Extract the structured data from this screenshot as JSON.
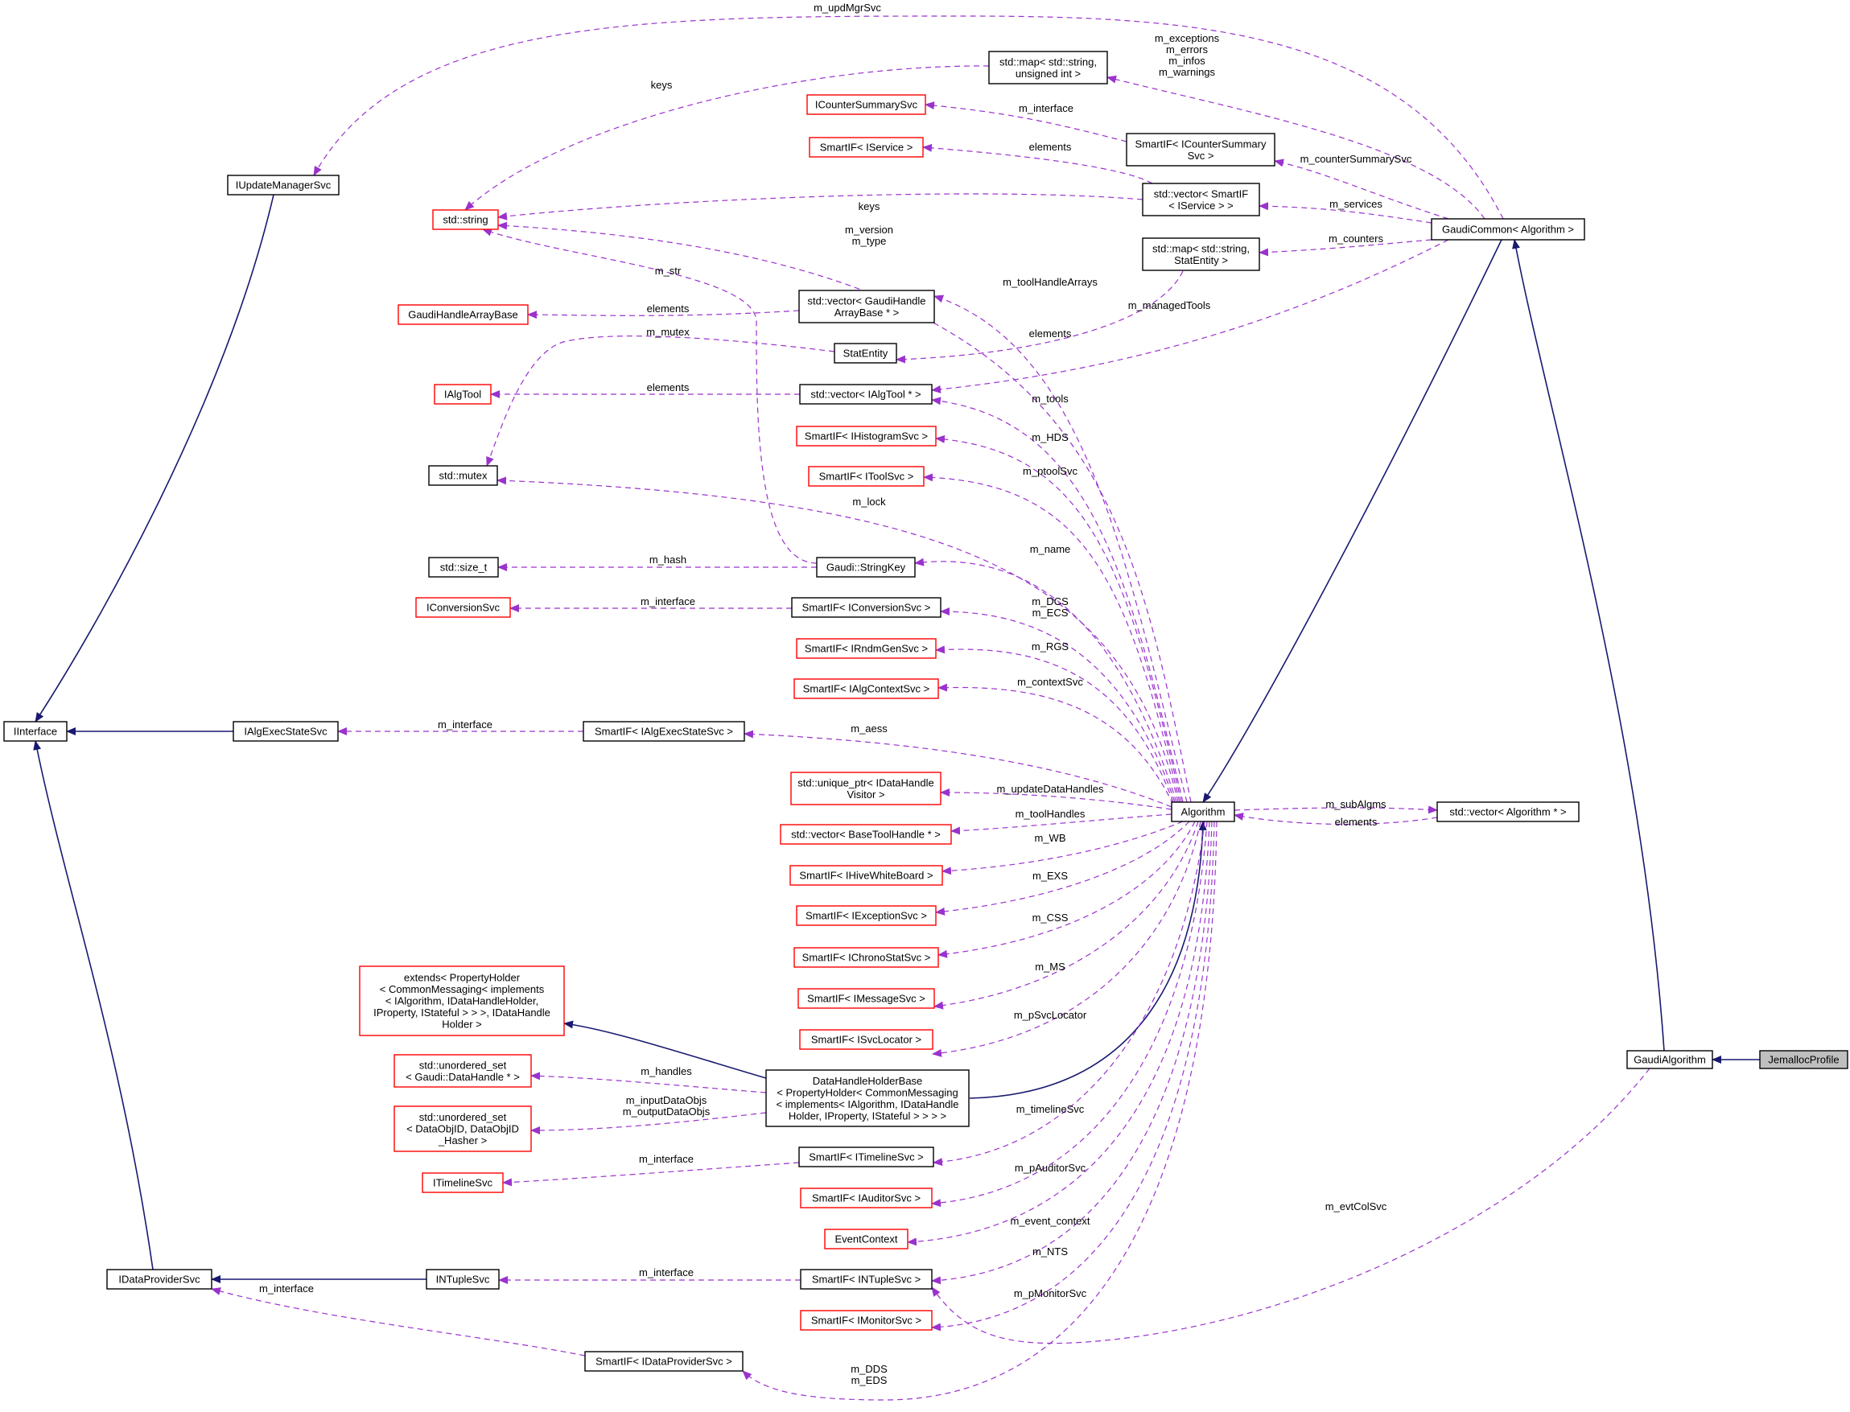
{
  "colors": {
    "blue_edge": "#191970",
    "purple_edge": "#9a32cd",
    "red_border": "#ff0000",
    "black_border": "#000000",
    "highlight_fill": "#bfbfbf"
  },
  "nodes": {
    "jemalloc_profile": "JemallocProfile",
    "gaudi_algorithm": "GaudiAlgorithm",
    "gaudi_common": "GaudiCommon< Algorithm >",
    "algorithm": "Algorithm",
    "iinterface": "IInterface",
    "iupdate_manager_svc": "IUpdateManagerSvc",
    "ialg_exec_state_svc": "IAlgExecStateSvc",
    "idata_provider_svc": "IDataProviderSvc",
    "intuple_svc": "INTupleSvc",
    "std_string": "std::string",
    "std_mutex": "std::mutex",
    "std_size_t": "std::size_t",
    "ialg_tool": "IAlgTool",
    "gaudi_handle_array_base": "GaudiHandleArrayBase",
    "iconversion_svc": "IConversionSvc",
    "itimeline_svc": "ITimelineSvc",
    "icounter_summary_svc": "ICounterSummarySvc",
    "smartif_iservice": "SmartIF< IService >",
    "map_string_uint": [
      "std::map< std::string,",
      "unsigned int >"
    ],
    "smartif_icounter_summary": [
      "SmartIF< ICounterSummary",
      "Svc >"
    ],
    "vector_smartif_iservice": [
      "std::vector< SmartIF",
      "< IService > >"
    ],
    "map_string_statentity": [
      "std::map< std::string,",
      "StatEntity >"
    ],
    "vector_gaudihandle_arraybase": [
      "std::vector< GaudiHandle",
      "ArrayBase * >"
    ],
    "stat_entity": "StatEntity",
    "vector_ialgtool": "std::vector< IAlgTool * >",
    "smartif_ihistogram_svc": "SmartIF< IHistogramSvc >",
    "smartif_itool_svc": "SmartIF< IToolSvc >",
    "gaudi_string_key": "Gaudi::StringKey",
    "smartif_iconversion_svc": "SmartIF< IConversionSvc >",
    "smartif_irndm_gen_svc": "SmartIF< IRndmGenSvc >",
    "smartif_ialg_context_svc": "SmartIF< IAlgContextSvc >",
    "smartif_ialg_exec_state_svc": "SmartIF< IAlgExecStateSvc >",
    "unique_ptr_idatahandle_visitor": [
      "std::unique_ptr< IDataHandle",
      "Visitor >"
    ],
    "vector_base_tool_handle": "std::vector< BaseToolHandle * >",
    "smartif_ihive_white_board": "SmartIF< IHiveWhiteBoard >",
    "smartif_iexception_svc": "SmartIF< IExceptionSvc >",
    "smartif_ichrono_stat_svc": "SmartIF< IChronoStatSvc >",
    "smartif_imessage_svc": "SmartIF< IMessageSvc >",
    "smartif_isvc_locator": "SmartIF< ISvcLocator >",
    "extends_property_holder": [
      "extends< PropertyHolder",
      "< CommonMessaging< implements",
      "< IAlgorithm, IDataHandleHolder,",
      "IProperty, IStateful > > >, IDataHandle",
      "Holder >"
    ],
    "data_handle_holder_base": [
      "DataHandleHolderBase",
      "< PropertyHolder< CommonMessaging",
      "< implements< IAlgorithm, IDataHandle",
      "Holder, IProperty, IStateful > > > >"
    ],
    "unordered_set_datahandle": [
      "std::unordered_set",
      "< Gaudi::DataHandle * >"
    ],
    "unordered_set_dataobjid": [
      "std::unordered_set",
      "< DataObjID, DataObjID",
      "_Hasher >"
    ],
    "smartif_itimeline_svc": "SmartIF< ITimelineSvc >",
    "smartif_iauditor_svc": "SmartIF< IAuditorSvc >",
    "event_context": "EventContext",
    "smartif_intuple_svc": "SmartIF< INTupleSvc >",
    "smartif_imonitor_svc": "SmartIF< IMonitorSvc >",
    "smartif_idata_provider_svc": "SmartIF< IDataProviderSvc >",
    "vector_algorithm": "std::vector< Algorithm * >"
  },
  "edge_labels": {
    "m_updMgrSvc": "m_updMgrSvc",
    "keys_top": "keys",
    "m_exceptions_group": [
      "m_exceptions",
      "m_errors",
      "m_infos",
      "m_warnings"
    ],
    "m_interface_counter": "m_interface",
    "elements_service": "elements",
    "m_counterSummarySvc": "m_counterSummarySvc",
    "keys_statentity": "keys",
    "m_services": "m_services",
    "m_version_type": [
      "m_version",
      "m_type"
    ],
    "m_counters": "m_counters",
    "m_str": "m_str",
    "m_toolHandleArrays": "m_toolHandleArrays",
    "elements_gaudihandle": "elements",
    "m_managedTools": "m_managedTools",
    "m_mutex": "m_mutex",
    "elements_statentity": "elements",
    "elements_ialgtool": "elements",
    "m_tools": "m_tools",
    "m_HDS": "m_HDS",
    "m_ptoolSvc": "m_ptoolSvc",
    "m_lock": "m_lock",
    "m_hash": "m_hash",
    "m_name": "m_name",
    "m_interface_conversion": "m_interface",
    "m_DCS_ECS": [
      "m_DCS",
      "m_ECS"
    ],
    "m_RGS": "m_RGS",
    "m_contextSvc": "m_contextSvc",
    "m_interface_execstate": "m_interface",
    "m_aess": "m_aess",
    "m_updateDataHandles": "m_updateDataHandles",
    "m_subAlgms": "m_subAlgms",
    "elements_algorithm": "elements",
    "m_toolHandles": "m_toolHandles",
    "m_WB": "m_WB",
    "m_EXS": "m_EXS",
    "m_CSS": "m_CSS",
    "m_MS": "m_MS",
    "m_pSvcLocator": "m_pSvcLocator",
    "m_handles": "m_handles",
    "m_inputOutputDataObjs": [
      "m_inputDataObjs",
      "m_outputDataObjs"
    ],
    "m_timelineSvc": "m_timelineSvc",
    "m_interface_timeline": "m_interface",
    "m_pAuditorSvc": "m_pAuditorSvc",
    "m_event_context": "m_event_context",
    "m_evtColSvc": "m_evtColSvc",
    "m_NTS": "m_NTS",
    "m_interface_ntuple": "m_interface",
    "m_pMonitorSvc": "m_pMonitorSvc",
    "m_interface_dataprovider": "m_interface",
    "m_DDS_EDS": [
      "m_DDS",
      "m_EDS"
    ]
  }
}
